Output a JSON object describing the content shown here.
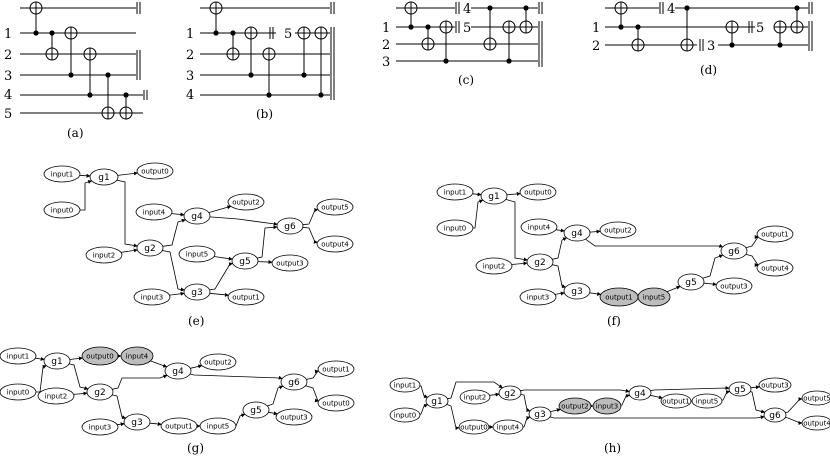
{
  "captions": {
    "a": "(a)",
    "b": "(b)",
    "c": "(c)",
    "d": "(d)",
    "e": "(e)",
    "f": "(f)",
    "g": "(g)",
    "h": "(h)"
  },
  "qubit_labels": {
    "a": [
      "1",
      "2",
      "3",
      "4",
      "5"
    ],
    "b": [
      "1",
      "2",
      "3",
      "4"
    ],
    "b_inline": "5",
    "c": [
      "1",
      "2",
      "3"
    ],
    "c_inline": [
      "4",
      "5"
    ],
    "d": [
      "1",
      "2"
    ],
    "d_inline": [
      "4",
      "5",
      "3"
    ]
  },
  "graphs": {
    "e": {
      "nodes": {
        "input1": "input1",
        "input0": "input0",
        "g1": "g1",
        "output0": "output0",
        "input4": "input4",
        "g4": "g4",
        "output2": "output2",
        "g6": "g6",
        "output5": "output5",
        "output4": "output4",
        "input2": "input2",
        "g2": "g2",
        "input5": "input5",
        "g5": "g5",
        "output3": "output3",
        "input3": "input3",
        "g3": "g3",
        "output1": "output1"
      }
    },
    "f": {
      "nodes": {
        "input1": "input1",
        "output0": "output0",
        "g1": "g1",
        "input0": "input0",
        "input4": "input4",
        "g4": "g4",
        "output2": "output2",
        "g6": "g6",
        "output1": "output1",
        "output4": "output4",
        "input2": "input2",
        "g2": "g2",
        "g5": "g5",
        "output3": "output3",
        "input3": "input3",
        "g3": "g3",
        "output1b": "output1",
        "input5": "input5"
      }
    },
    "g": {
      "nodes": {
        "input1": "input1",
        "g1": "g1",
        "output0": "output0",
        "input4": "input4",
        "g4": "g4",
        "output2": "output2",
        "input0": "input0",
        "input2": "input2",
        "g2": "g2",
        "g6": "g6",
        "output1": "output1",
        "output0b": "output0",
        "g5": "g5",
        "output3": "output3",
        "input3": "input3",
        "g3": "g3",
        "output1b": "output1",
        "input5": "input5"
      }
    },
    "h": {
      "nodes": {
        "input1": "input1",
        "input0": "input0",
        "g1": "g1",
        "input2": "input2",
        "g2": "g2",
        "g3": "g3",
        "output2": "output2",
        "input3": "input3",
        "g4": "g4",
        "output1": "output1",
        "input5": "input5",
        "g5": "g5",
        "output3": "output3",
        "g6": "g6",
        "output5": "output5",
        "output4": "output4",
        "output0": "output0",
        "input4": "input4"
      }
    }
  }
}
